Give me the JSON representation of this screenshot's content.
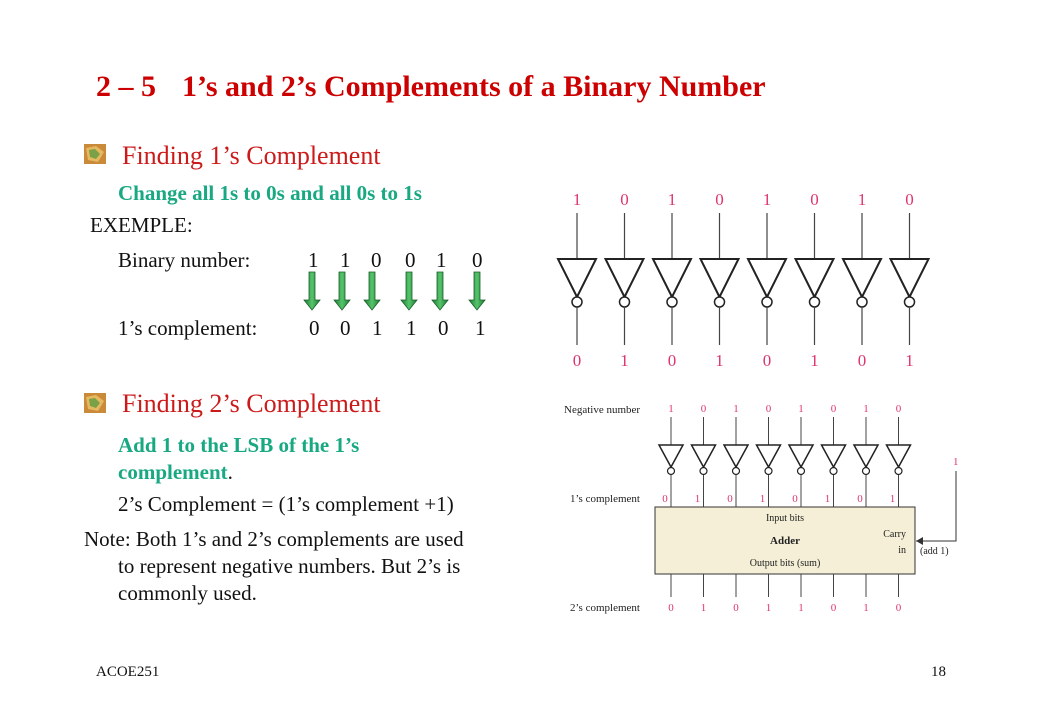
{
  "slide": {
    "title_number": "2 – 5",
    "title_text": "1’s and 2’s Complements of a Binary Number",
    "section1": {
      "heading": "Finding 1’s Complement",
      "rule": "Change all 1s to 0s and all 0s to 1s",
      "example_label": "EXEMPLE:",
      "binary_label": "Binary number:",
      "binary_bits": [
        "1",
        "1",
        "0",
        "0",
        "1",
        "0"
      ],
      "complement_label": "1’s complement:",
      "complement_bits": [
        "0",
        "0",
        "1",
        "1",
        "0",
        "1"
      ]
    },
    "section2": {
      "heading": "Finding 2’s Complement",
      "rule_line1": "Add 1 to the LSB of the 1’s",
      "rule_line2": "complement",
      "rule_line2_end": ".",
      "formula": "2’s Complement = (1’s complement +1)",
      "note_line1": "Note: Both 1’s and 2’s complements are used",
      "note_line2": "to represent negative numbers. But 2’s is",
      "note_line3": "commonly used."
    },
    "figure1": {
      "inputs": [
        "1",
        "0",
        "1",
        "0",
        "1",
        "0",
        "1",
        "0"
      ],
      "outputs": [
        "0",
        "1",
        "0",
        "1",
        "0",
        "1",
        "0",
        "1"
      ]
    },
    "figure2": {
      "negative_label": "Negative number",
      "ones_label": "1’s complement",
      "twos_label": "2’s complement",
      "negative_bits": [
        "1",
        "0",
        "1",
        "0",
        "1",
        "0",
        "1",
        "0"
      ],
      "ones_bits": [
        "0",
        "1",
        "0",
        "1",
        "0",
        "1",
        "0",
        "1"
      ],
      "twos_bits": [
        "0",
        "1",
        "0",
        "1",
        "1",
        "0",
        "1",
        "0"
      ],
      "carry_bit": "1",
      "adder_input": "Input bits",
      "adder_name": "Adder",
      "adder_output": "Output bits (sum)",
      "carry_label_1": "Carry",
      "carry_label_2": "in",
      "add1_label": "(add 1)"
    },
    "footer_left": "ACOE251",
    "footer_right": "18"
  },
  "colors": {
    "title": "#cc0000",
    "green": "#18a882",
    "pink": "#e0336e",
    "adder_fill": "#f4efd6",
    "arrow": "#2e9e48"
  }
}
